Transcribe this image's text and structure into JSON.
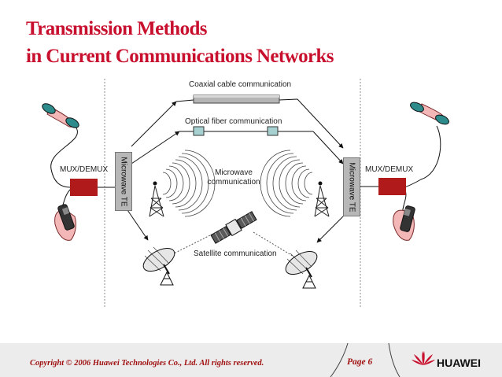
{
  "slide": {
    "title_line1": "Transmission Methods",
    "title_line2": "in Current Communications Networks"
  },
  "diagram": {
    "coaxial_label": "Coaxial cable communication",
    "optical_label": "Optical fiber communication",
    "microwave_label": "Microwave communication",
    "satellite_label": "Satellite communication",
    "mux_left_label": "MUX/DEMUX",
    "mux_right_label": "MUX/DEMUX",
    "te_left_label": "Microwave TE",
    "te_right_label": "Microwave TE"
  },
  "footer": {
    "copyright": "Copyright © 2006 Huawei Technologies Co., Ltd. All rights reserved.",
    "page": "Page 6",
    "brand": "HUAWEI"
  },
  "colors": {
    "brand_red": "#c8102e",
    "mux_red": "#b01a1a",
    "te_gray": "#b7b7b7",
    "optical_teal": "#a7d0d0"
  }
}
